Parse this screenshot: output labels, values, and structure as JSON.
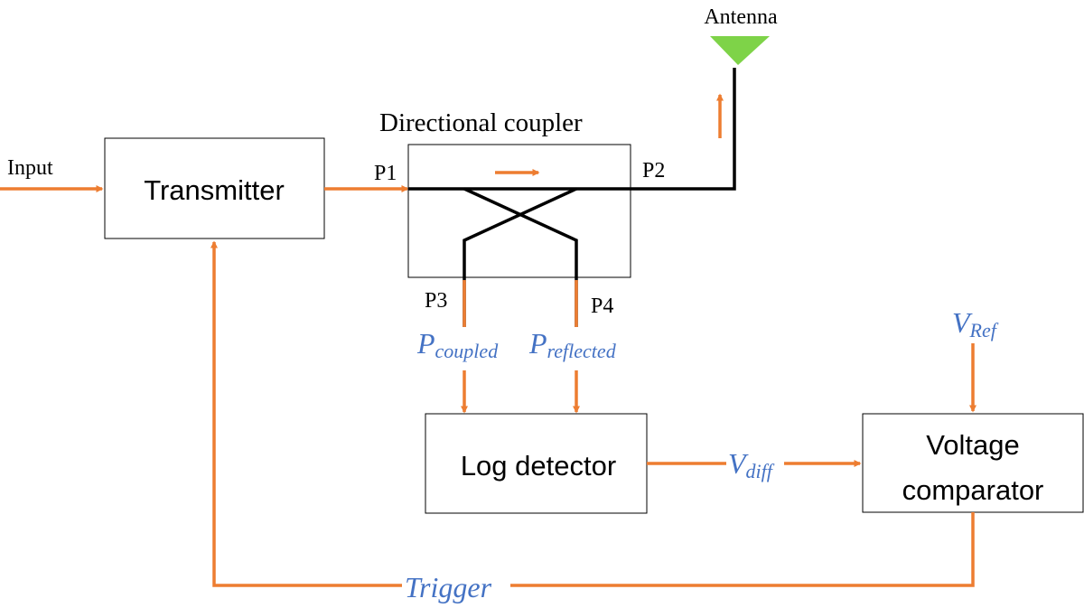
{
  "colors": {
    "signal": "#ed7d31",
    "line": "#000000",
    "math_text": "#4472c4",
    "antenna": "#7ed348"
  },
  "labels": {
    "input": "Input",
    "antenna": "Antenna",
    "directional_coupler": "Directional coupler",
    "p1": "P1",
    "p2": "P2",
    "p3": "P3",
    "p4": "P4",
    "trigger": "Trigger"
  },
  "blocks": {
    "transmitter": "Transmitter",
    "log_detector": "Log detector",
    "voltage_comparator_line1": "Voltage",
    "voltage_comparator_line2": "comparator"
  },
  "signals": {
    "p_coupled": {
      "base": "P",
      "sub": "coupled"
    },
    "p_reflected": {
      "base": "P",
      "sub": "reflected"
    },
    "v_diff": {
      "base": "V",
      "sub": "diff"
    },
    "v_ref": {
      "base": "V",
      "sub": "Ref"
    }
  }
}
